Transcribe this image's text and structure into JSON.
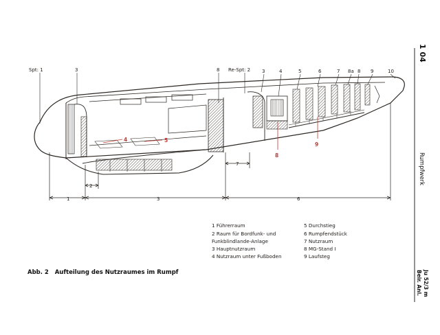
{
  "page_number": "1 04",
  "side_title": "Rumpfwerk",
  "side_ref_1": "Beir. Anl.",
  "side_ref_2": "Ju 52/3 m",
  "caption": "Abb. 2   Aufteilung des Nutzraumes im Rumpf",
  "top_labels": [
    {
      "id": "spt1",
      "text": "Spt: 1"
    },
    {
      "id": "l3a",
      "text": "3"
    },
    {
      "id": "l8a",
      "text": "8"
    },
    {
      "id": "respt2",
      "text": "Re-Spt: 2"
    },
    {
      "id": "l3b",
      "text": "3"
    },
    {
      "id": "l4",
      "text": "4"
    },
    {
      "id": "l5",
      "text": "5"
    },
    {
      "id": "l6",
      "text": "6"
    },
    {
      "id": "l7",
      "text": "7"
    },
    {
      "id": "l8a2",
      "text": "8a"
    },
    {
      "id": "l8b",
      "text": "8"
    },
    {
      "id": "l9",
      "text": "9"
    },
    {
      "id": "l10",
      "text": "10"
    }
  ],
  "red_labels": {
    "r4": "4",
    "r5": "5",
    "r8": "8",
    "r9": "9"
  },
  "dimensions": {
    "d1": "1",
    "d2": "2",
    "d3": "3",
    "d6": "6",
    "d7": "7"
  },
  "legend_left": [
    "1 Führerraum",
    "2 Raum für Bordfunk- und",
    "   Funkblindlande-Anlage",
    "3 Hauptnutzraum",
    "4 Nutzraum unter Fußboden"
  ],
  "legend_right": [
    "5 Durchstieg",
    "6 Rumpfendstück",
    "7 Nutzraum",
    "8 MG-Stand I",
    "9 Laufsteg"
  ],
  "colors": {
    "ink": "#2b2622",
    "red": "#c43a32",
    "background": "#ffffff"
  }
}
